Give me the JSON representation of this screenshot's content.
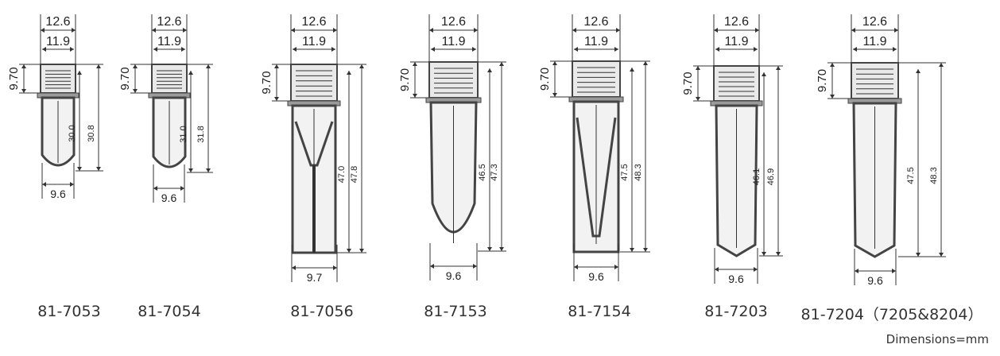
{
  "tubes": [
    {
      "model": "81-7053",
      "top_outer": "12.6",
      "top_inner": "11.9",
      "cap_height": "9.70",
      "inner_height": "30.0",
      "total_height": "30.8",
      "bottom_width": "9.6",
      "shape": "short-round"
    },
    {
      "model": "81-7054",
      "top_outer": "12.6",
      "top_inner": "11.9",
      "cap_height": "9.70",
      "inner_height": "31.0",
      "total_height": "31.8",
      "bottom_width": "9.6",
      "shape": "short-round"
    },
    {
      "model": "81-7056",
      "top_outer": "12.6",
      "top_inner": "11.9",
      "cap_height": "9.70",
      "inner_height": "47.0",
      "total_height": "47.8",
      "bottom_width": "9.7",
      "shape": "skirted-conical"
    },
    {
      "model": "81-7153",
      "top_outer": "12.6",
      "top_inner": "11.9",
      "cap_height": "9.70",
      "inner_height": "46.5",
      "total_height": "47.3",
      "bottom_width": "9.6",
      "shape": "conical"
    },
    {
      "model": "81-7154",
      "top_outer": "12.6",
      "top_inner": "11.9",
      "cap_height": "9.70",
      "inner_height": "47.5",
      "total_height": "48.3",
      "bottom_width": "9.6",
      "shape": "skirted-conical-short"
    },
    {
      "model": "81-7203",
      "top_outer": "12.6",
      "top_inner": "11.9",
      "cap_height": "9.70",
      "inner_height": "46.1",
      "total_height": "46.9",
      "bottom_width": "9.6",
      "shape": "flat"
    },
    {
      "model": "81-7204（7205&8204）",
      "top_outer": "12.6",
      "top_inner": "11.9",
      "cap_height": "9.70",
      "inner_height": "47.5",
      "total_height": "48.3",
      "bottom_width": "9.6",
      "shape": "flat-skirted"
    }
  ],
  "footnote": "Dimensions=mm",
  "colors": {
    "line": "#333333",
    "tube_fill": "#f2f2f2",
    "tube_stroke": "#444444",
    "cap_fill": "#e9e9e9"
  }
}
